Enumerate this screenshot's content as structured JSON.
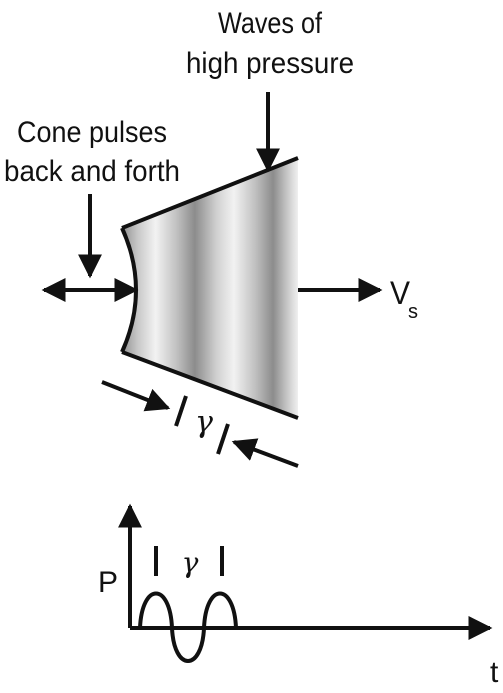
{
  "labels": {
    "waves_line1": "Waves of",
    "waves_line2": "high pressure",
    "cone_line1": "Cone pulses",
    "cone_line2": "back and forth",
    "velocity_main": "V",
    "velocity_sub": "s",
    "wavelength_symbol": "γ"
  },
  "graph": {
    "y_axis_label": "P",
    "x_axis_label": "t",
    "wavelength_symbol": "γ"
  },
  "colors": {
    "ink": "#111111",
    "wave_dark": "#8a8a8a",
    "wave_light": "#f2f2f2"
  }
}
